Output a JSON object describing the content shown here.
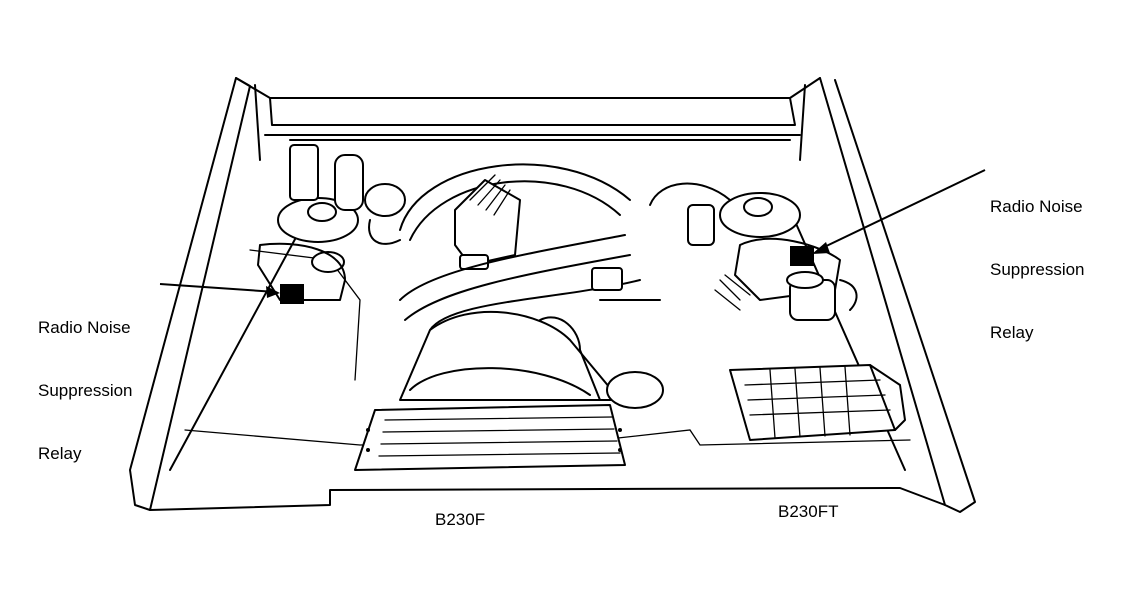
{
  "labels": {
    "left_callout": [
      "Radio Noise",
      "Suppression",
      "Relay"
    ],
    "right_callout": [
      "Radio Noise",
      "Suppression",
      "Relay"
    ]
  },
  "captions": {
    "left_engine": "B230F",
    "right_engine": "B230FT"
  },
  "colors": {
    "line": "#000000",
    "background": "#ffffff"
  }
}
